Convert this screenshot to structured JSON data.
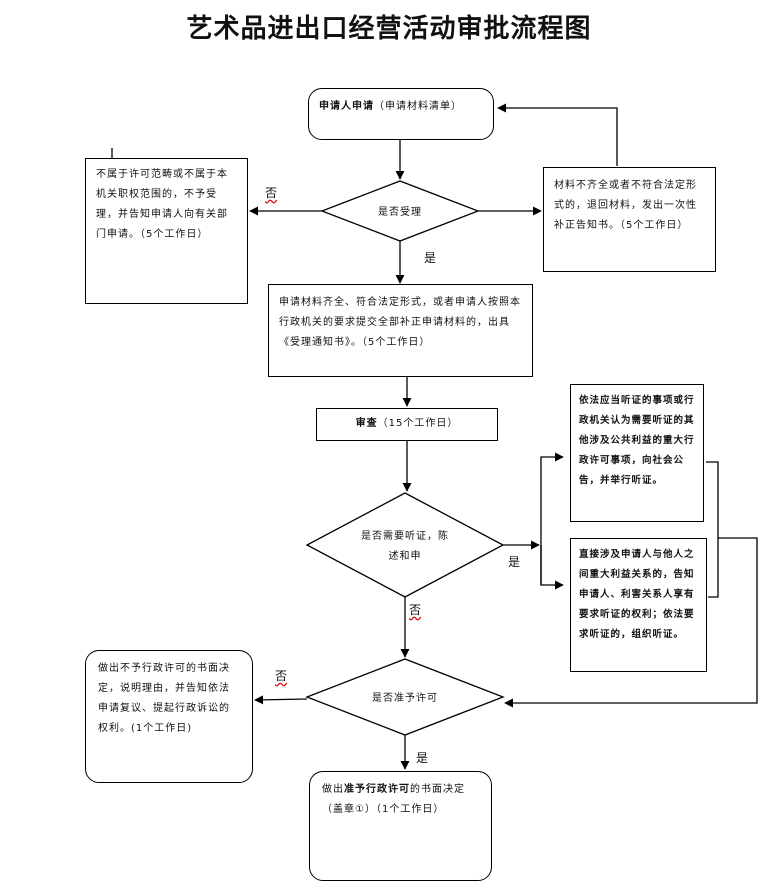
{
  "title": "艺术品进出口经营活动审批流程图",
  "nodes": {
    "apply_bold": "申请人申请",
    "apply_rest": "（申请材料清单）",
    "accept_q": "是否受理",
    "reject_box": "不属于许可范畴或不属于本机关职权范围的，不予受理，并告知申请人向有关部门申请。（5个工作日）",
    "incomplete_box": "材料不齐全或者不符合法定形式的，退回材料，发出一次性补正告知书。（5个工作日）",
    "accept_box": "申请材料齐全、符合法定形式，或者申请人按照本行政机关的要求提交全部补正申请材料的，出具《受理通知书》。（5个工作日）",
    "review_bold": "审查",
    "review_rest": "（15个工作日）",
    "hearing_q": "是否需要听证，陈述和申",
    "public_hearing": "依法应当听证的事项或行政机关认为需要听证的其他涉及公共利益的重大行政许可事项，向社会公告，并举行听证。",
    "party_hearing": "直接涉及申请人与他人之间重大利益关系的，告知申请人、利害关系人享有要求听证的权利；依法要求听证的，组织听证。",
    "approve_q": "是否准予许可",
    "deny_box": "做出不予行政许可的书面决定，说明理由，并告知依法申请复议、提起行政诉讼的权利。(1个工作日)",
    "grant_pre": "做出",
    "grant_bold": "准予行政许可",
    "grant_post": "的书面决定（盖章①）（1个工作日）"
  },
  "edge_labels": {
    "no_1": "否",
    "yes_1": "是",
    "yes_2": "是",
    "no_2": "否",
    "no_3": "否",
    "yes_3": "是"
  }
}
